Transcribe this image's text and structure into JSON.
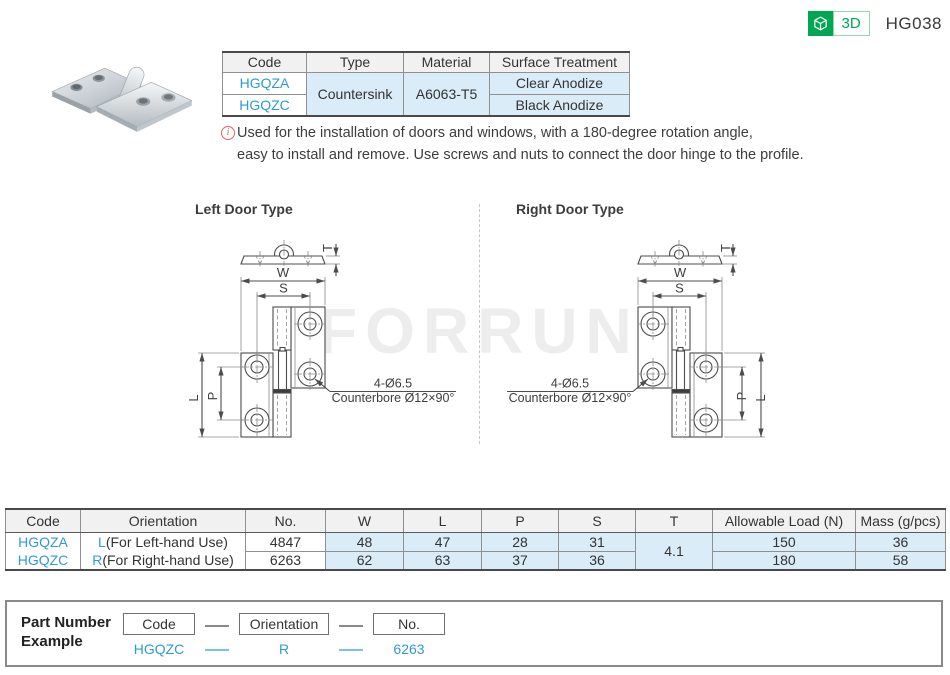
{
  "header": {
    "badge_3d": "3D",
    "page_code": "HG038"
  },
  "product_table": {
    "headers": [
      "Code",
      "Type",
      "Material",
      "Surface Treatment"
    ],
    "codes": [
      "HGQZA",
      "HGQZC"
    ],
    "type": "Countersink",
    "material": "A6063-T5",
    "treatments": [
      "Clear Anodize",
      "Black Anodize"
    ]
  },
  "note": {
    "icon": "i",
    "line1": "Used for the installation of doors and windows, with a 180-degree rotation angle,",
    "line2": "easy to install and remove. Use screws and nuts to connect the door hinge to the profile."
  },
  "drawings": {
    "left_title": "Left Door Type",
    "right_title": "Right Door Type",
    "watermark": "FORRUN",
    "labels": {
      "w": "W",
      "s": "S",
      "l": "L",
      "p": "P",
      "t": "T"
    },
    "callout_line1": "4-Ø6.5",
    "callout_line2": "Counterbore Ø12×90°"
  },
  "spec_table": {
    "headers": [
      "Code",
      "Orientation",
      "No.",
      "W",
      "L",
      "P",
      "S",
      "T",
      "Allowable Load (N)",
      "Mass (g/pcs)"
    ],
    "codes": [
      "HGQZA",
      "HGQZC"
    ],
    "orientations": [
      {
        "key": "L",
        "desc": "(For Left-hand Use)"
      },
      {
        "key": "R",
        "desc": "(For Right-hand Use)"
      }
    ],
    "rows": [
      {
        "no": "4847",
        "w": "48",
        "l": "47",
        "p": "28",
        "s": "31",
        "load": "150",
        "mass": "36"
      },
      {
        "no": "6263",
        "w": "62",
        "l": "63",
        "p": "37",
        "s": "36",
        "load": "180",
        "mass": "58"
      }
    ],
    "t_shared": "4.1"
  },
  "part_number_example": {
    "title_line1": "Part Number",
    "title_line2": "Example",
    "boxes": [
      "Code",
      "Orientation",
      "No."
    ],
    "values": [
      "HGQZC",
      "R",
      "6263"
    ]
  },
  "colors": {
    "accent_blue": "#2e9bd5",
    "green": "#00a651",
    "cell_blue": "#d9ecf8",
    "note_red": "#e2625f",
    "watermark_gray": "#ededed"
  }
}
